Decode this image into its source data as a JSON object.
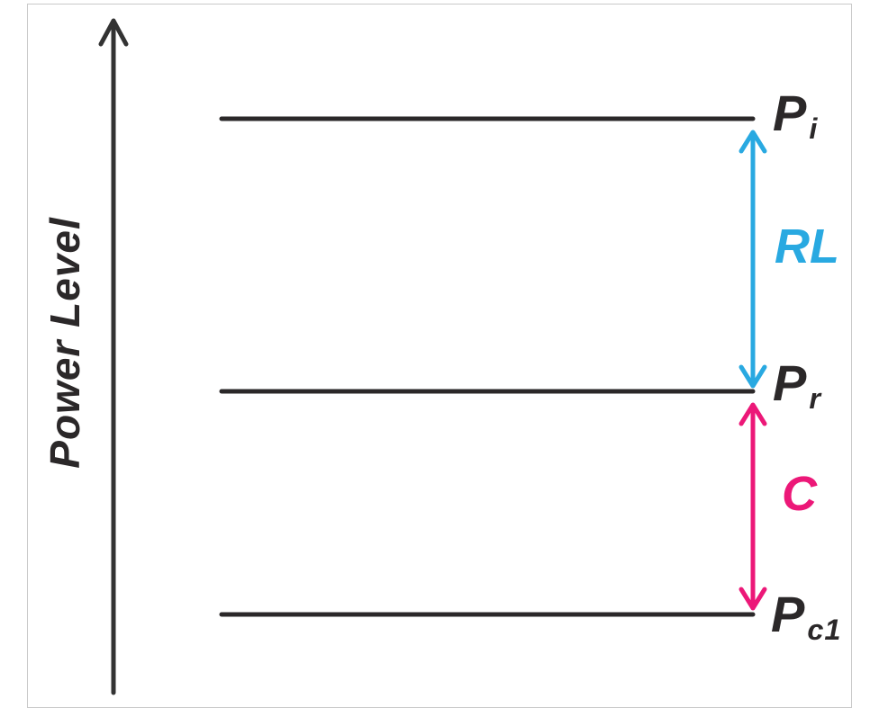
{
  "figure": {
    "axis": {
      "title": "Power Level",
      "orientation": "vertical-up-arrow"
    },
    "levels": [
      {
        "id": "incident-power",
        "label_base": "P",
        "label_sub": "i"
      },
      {
        "id": "reflected-power",
        "label_base": "P",
        "label_sub": "r"
      },
      {
        "id": "coupled-power",
        "label_base": "P",
        "label_sub": "c1"
      }
    ],
    "spans": [
      {
        "id": "return-loss",
        "label": "RL",
        "between": "incident-power / reflected-power"
      },
      {
        "id": "coupling",
        "label": "C",
        "between": "reflected-power / coupled-power"
      }
    ],
    "colors": {
      "line_black": "#2b2829",
      "axis_black": "#333333",
      "return_loss_blue": "#29a9e1",
      "coupling_pink": "#ec1878",
      "frame_border": "#c9c9c9",
      "background": "#ffffff"
    }
  }
}
